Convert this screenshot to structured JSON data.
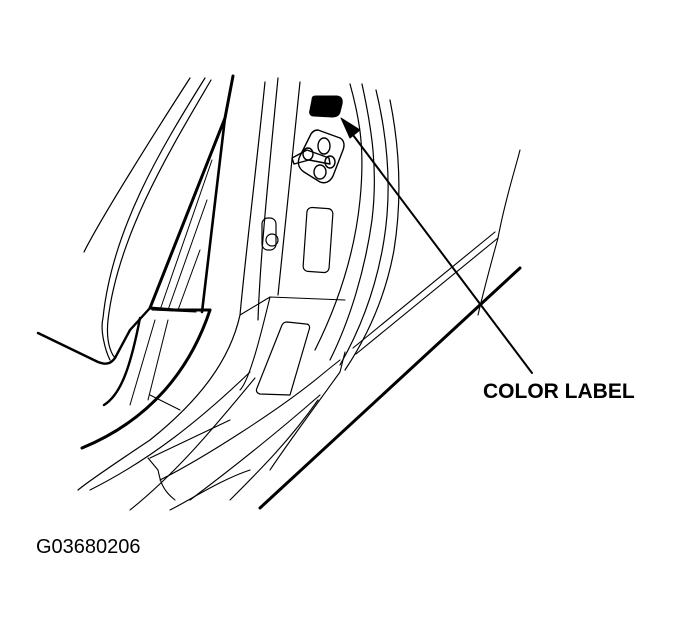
{
  "diagram": {
    "subject": "door-pillar-color-label-location",
    "callouts": [
      {
        "label": "COLOR LABEL",
        "target": "color-label-patch"
      }
    ],
    "figure_id": "G03680206",
    "colors": {
      "line": "#000000",
      "background": "#ffffff"
    }
  }
}
